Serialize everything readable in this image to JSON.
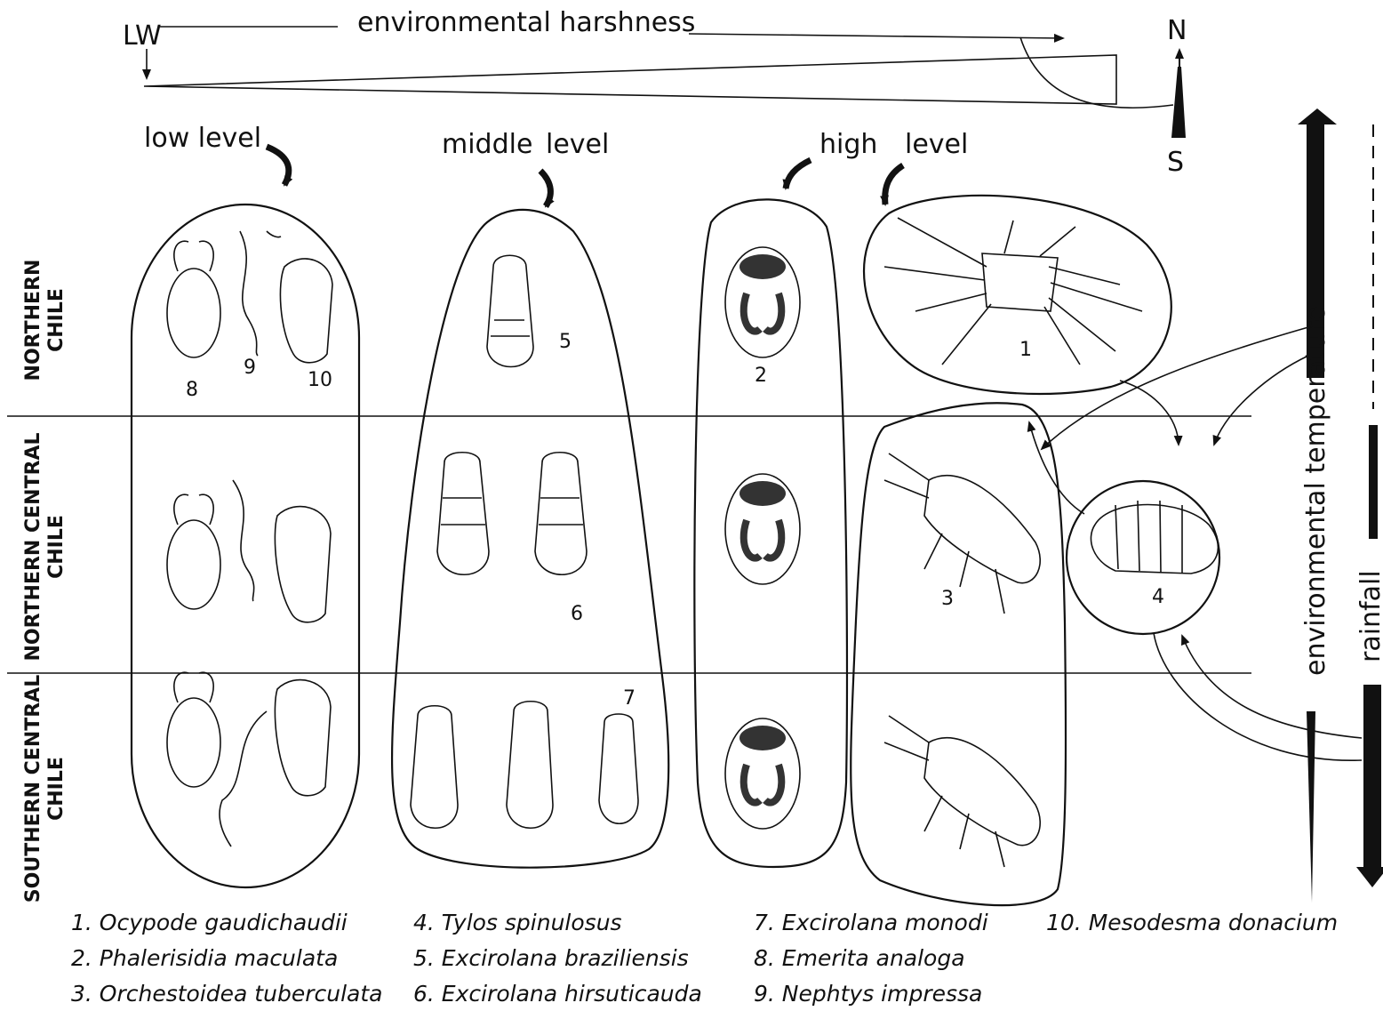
{
  "header": {
    "lw_label": "LW",
    "harshness_label": "environmental harshness",
    "compass_north": "N",
    "compass_south": "S"
  },
  "levels": {
    "low": "low level",
    "middle": "middle",
    "middle_level": "level",
    "high": "high",
    "high_level": "level"
  },
  "regions": {
    "northern": [
      "NORTHERN",
      "CHILE"
    ],
    "northern_central": [
      "NORTHERN CENTRAL",
      "CHILE"
    ],
    "southern_central": [
      "SOUTHERN CENTRAL",
      "CHILE"
    ]
  },
  "side_labels": {
    "temperature": "environmental temperature",
    "rainfall": "rainfall"
  },
  "numbers": [
    "1",
    "2",
    "3",
    "4",
    "5",
    "6",
    "7",
    "8",
    "9",
    "10"
  ],
  "legend": [
    "1. Ocypode gaudichaudii",
    "2. Phalerisidia maculata",
    "3. Orchestoidea tuberculata",
    "4. Tylos spinulosus",
    "5. Excirolana braziliensis",
    "6. Excirolana hirsuticauda",
    "7. Excirolana monodi",
    "8. Emerita analoga",
    "9. Nephtys impressa",
    "10. Mesodesma donacium"
  ]
}
